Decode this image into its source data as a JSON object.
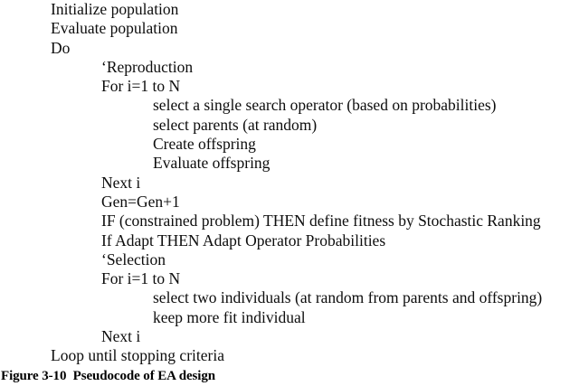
{
  "document": {
    "background_color": "#ffffff",
    "text_color": "#0d0d0d",
    "pseudocode": {
      "lines": [
        {
          "indent": 1,
          "text": "Initialize population"
        },
        {
          "indent": 1,
          "text": "Evaluate population"
        },
        {
          "indent": 1,
          "text": "Do"
        },
        {
          "indent": 2,
          "text": "‘Reproduction"
        },
        {
          "indent": 2,
          "text": "For i=1 to N"
        },
        {
          "indent": 3,
          "text": "select a single search operator (based on probabilities)"
        },
        {
          "indent": 3,
          "text": "select parents (at random)"
        },
        {
          "indent": 3,
          "text": "Create offspring"
        },
        {
          "indent": 3,
          "text": "Evaluate offspring"
        },
        {
          "indent": 2,
          "text": "Next i"
        },
        {
          "indent": 2,
          "text": "Gen=Gen+1"
        },
        {
          "indent": 2,
          "text": "IF (constrained problem) THEN define fitness by Stochastic Ranking"
        },
        {
          "indent": 2,
          "text": "If Adapt THEN Adapt Operator Probabilities"
        },
        {
          "indent": 2,
          "text": "‘Selection"
        },
        {
          "indent": 2,
          "text": "For i=1 to N"
        },
        {
          "indent": 3,
          "text": "select two individuals (at random from parents and offspring)"
        },
        {
          "indent": 3,
          "text": "keep more fit individual"
        },
        {
          "indent": 2,
          "text": "Next i"
        },
        {
          "indent": 1,
          "text": "Loop until stopping criteria"
        }
      ]
    },
    "caption": {
      "label": "Figure 3-10",
      "separator": "  ",
      "title": "Pseudocode of EA design",
      "full_text": "Figure 3-10  Pseudocode of EA design"
    }
  }
}
